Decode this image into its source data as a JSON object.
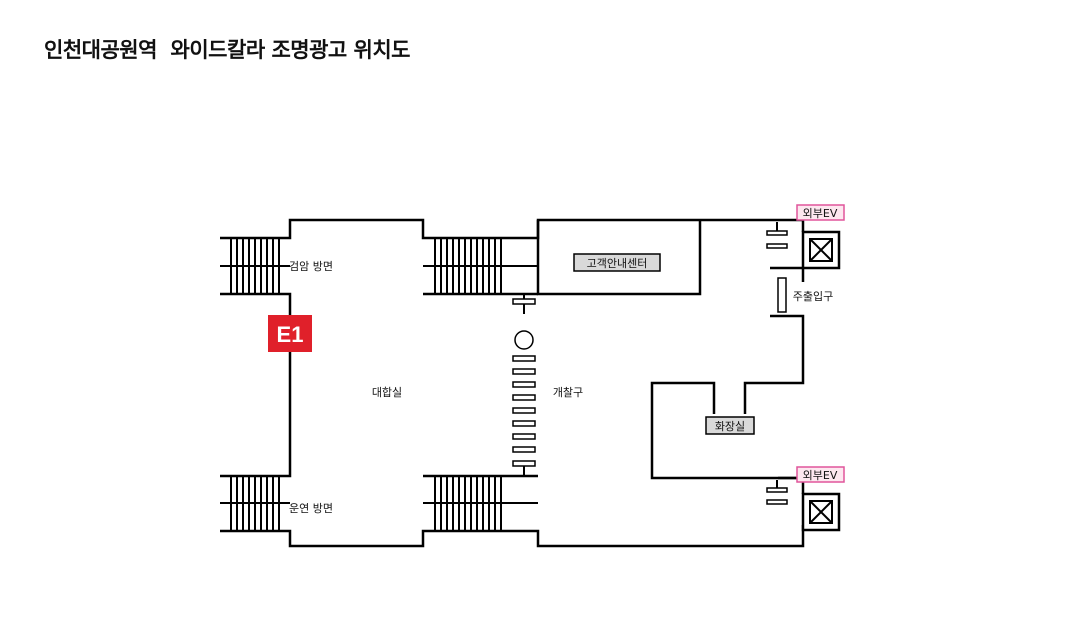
{
  "title": "인천대공원역  와이드칼라 조명광고 위치도",
  "labels": {
    "geomam": "검암 방면",
    "unyeon": "운연 방면",
    "concourse": "대합실",
    "gates": "개찰구",
    "service_center": "고객안내센터",
    "parking": "주출입구",
    "restroom": "화장실",
    "ev_top": "외부EV",
    "ev_bottom": "외부EV",
    "ad_marker": "E1"
  },
  "colors": {
    "ad_marker": "#e0202a",
    "ev_tag_bg": "#fde7ef",
    "ev_tag_border": "#e0559b",
    "box_bg": "#d9d9d9",
    "line": "#000000"
  },
  "icons": [
    "elevator-icon",
    "escalator-icon"
  ]
}
